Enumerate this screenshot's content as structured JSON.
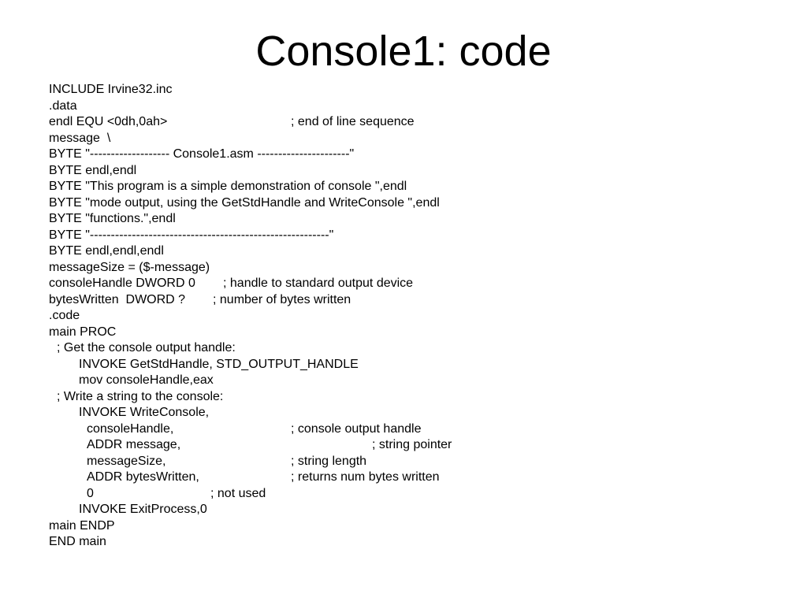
{
  "slide": {
    "title": "Console1: code"
  },
  "code_lines": [
    {
      "text": "INCLUDE Irvine32.inc",
      "comment": ""
    },
    {
      "text": ".data",
      "comment": ""
    },
    {
      "text": "endl EQU <0dh,0ah>",
      "comment": "; end of line sequence"
    },
    {
      "text": "message  \\",
      "comment": ""
    },
    {
      "text": "BYTE \"------------------- Console1.asm ----------------------\"",
      "comment": ""
    },
    {
      "text": "BYTE endl,endl",
      "comment": ""
    },
    {
      "text": "BYTE \"This program is a simple demonstration of console \",endl",
      "comment": ""
    },
    {
      "text": "BYTE \"mode output, using the GetStdHandle and WriteConsole \",endl",
      "comment": ""
    },
    {
      "text": "BYTE \"functions.\",endl",
      "comment": ""
    },
    {
      "text": "BYTE \"---------------------------------------------------------\"",
      "comment": ""
    },
    {
      "text": "BYTE endl,endl,endl",
      "comment": ""
    },
    {
      "text": "messageSize = ($-message)",
      "comment": ""
    },
    {
      "text": "consoleHandle DWORD 0",
      "comment": "; handle to standard output device"
    },
    {
      "text": "bytesWritten  DWORD ?",
      "comment": "; number of bytes written"
    },
    {
      "text": ".code",
      "comment": ""
    },
    {
      "text": "main PROC",
      "comment": ""
    },
    {
      "text": "; Get the console output handle:",
      "comment": ""
    },
    {
      "text": "INVOKE GetStdHandle, STD_OUTPUT_HANDLE",
      "comment": ""
    },
    {
      "text": "mov consoleHandle,eax",
      "comment": ""
    },
    {
      "text": "; Write a string to the console:",
      "comment": ""
    },
    {
      "text": "INVOKE WriteConsole,",
      "comment": ""
    },
    {
      "text": "consoleHandle,",
      "comment": "; console output handle"
    },
    {
      "text": "ADDR message,",
      "comment": "; string pointer"
    },
    {
      "text": "messageSize,",
      "comment": "; string length"
    },
    {
      "text": "ADDR bytesWritten,",
      "comment": "; returns num bytes written"
    },
    {
      "text": "0",
      "comment": "; not used"
    },
    {
      "text": "INVOKE ExitProcess,0",
      "comment": ""
    },
    {
      "text": "main ENDP",
      "comment": ""
    },
    {
      "text": "END main",
      "comment": ""
    }
  ]
}
